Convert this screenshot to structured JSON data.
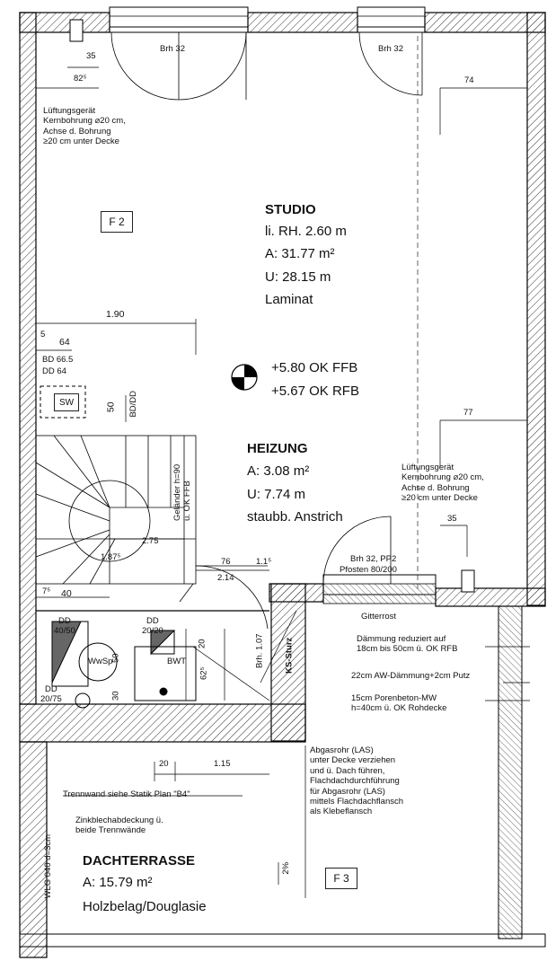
{
  "rooms": {
    "studio": {
      "name": "STUDIO",
      "height": "li. RH. 2.60 m",
      "area": "A: 31.77 m²",
      "perimeter": "U: 28.15 m",
      "floor": "Laminat"
    },
    "heizung": {
      "name": "HEIZUNG",
      "area": "A: 3.08 m²",
      "perimeter": "U: 7.74 m",
      "finish": "staubb. Anstrich"
    },
    "dachterrasse": {
      "name": "DACHTERRASSE",
      "area": "A: 15.79 m²",
      "floor": "Holzbelag/Douglasie"
    }
  },
  "levels": {
    "ffb": "+5.80 OK FFB",
    "rfb": "+5.67 OK RFB"
  },
  "tags": {
    "f2": "F 2",
    "f3": "F 3",
    "sw": "SW",
    "bwt": "BWT",
    "wwsp": "WwSp",
    "ks_sturz": "KS-Sturz"
  },
  "dimensions": {
    "d35_top": "35",
    "d82": "82⁵",
    "brh32_left": "Brh 32",
    "brh32_right": "Brh 32",
    "d74": "74",
    "d190": "1.90",
    "d5": "5",
    "d64": "64",
    "bd": "BD 66.5",
    "dd": "DD 64",
    "d50": "50",
    "bd_dd": "BD/DD",
    "d77": "77",
    "d35_right": "35",
    "d275": "2.75",
    "d187": "1.87⁵",
    "d76": "76",
    "d115": "1.1⁵",
    "d214": "2.14",
    "d7": "7⁵",
    "d40": "40",
    "brh_pp2": "Brh 32, PP2",
    "pfosten": "Pfosten 80/200",
    "dd_40_50": "DD\n40/50",
    "dd_20_20": "DD\n20/20",
    "dd_20_75": "DD\n20/75",
    "d20": "20",
    "d50b": "50",
    "d30": "30",
    "d62": "62⁵",
    "brh107": "Brh. 1.07",
    "d20b": "20",
    "d115b": "1.15",
    "wlg": "WLG 040 d=3cm",
    "slope": "2%"
  },
  "notes": {
    "lueftung_top": "Lüftungsgerät\nKernbohrung ⌀20 cm,\nAchse d. Bohrung\n≥20 cm unter Decke",
    "lueftung_right": "Lüftungsgerät\nKernbohrung ⌀20 cm,\nAchse d. Bohrung\n≥20 cm unter Decke",
    "gelaender": "Geländer h=90\nü. OK FFB",
    "gitterrost": "Gitterrost",
    "daemmung": "Dämmung reduziert auf\n18cm bis 50cm ü. OK RFB",
    "aw": "22cm AW-Dämmung+2cm Putz",
    "porenbeton": "15cm Porenbeton-MW\nh=40cm ü. OK Rohdecke",
    "abgas": "Abgasrohr (LAS)\nunter Decke verziehen\nund ü. Dach führen,\nFlachdachdurchführung\nfür Abgasrohr (LAS)\nmittels Flachdachflansch\nals Klebeflansch",
    "trennwand": "Trennwand siehe Statik Plan \"B4\"",
    "zinkblech": "Zinkblechabdeckung ü.\nbeide Trennwände"
  }
}
